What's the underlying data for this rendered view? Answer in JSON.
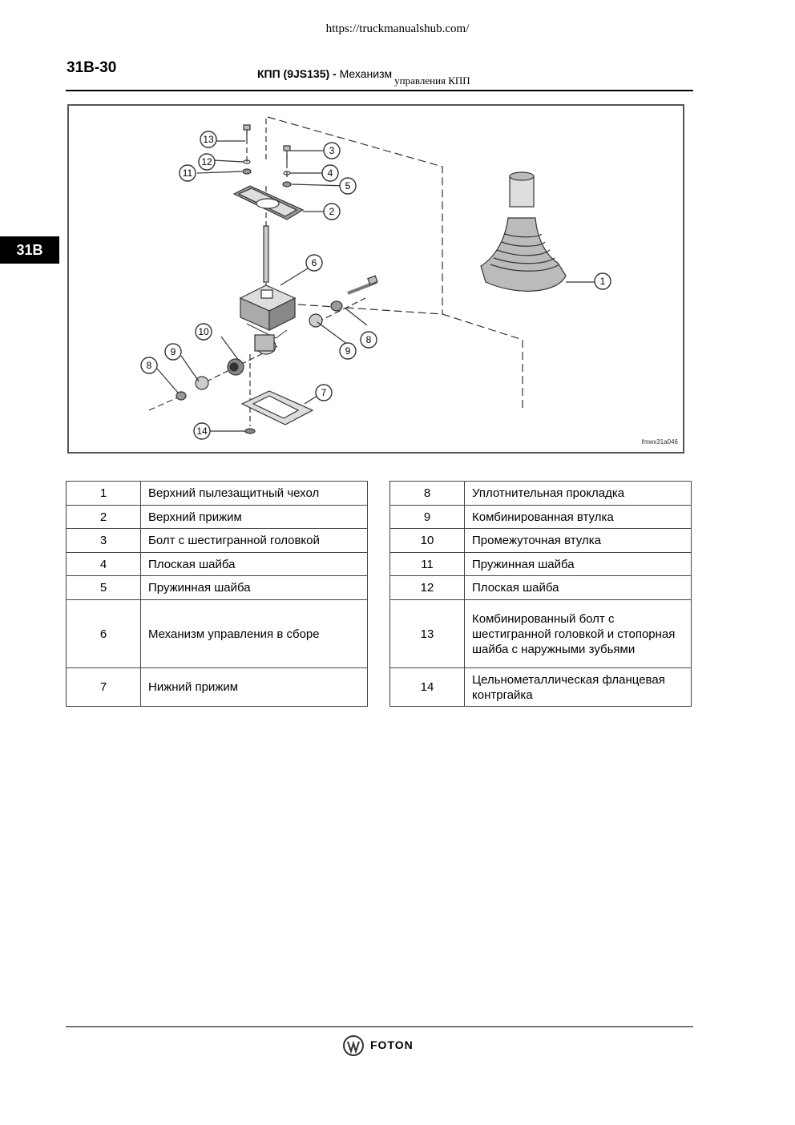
{
  "header": {
    "url": "https://truckmanualshub.com/",
    "page_number": "31B-30",
    "title_bold": "КПП (9JS135) -",
    "title_main": "Механизм",
    "title_sub": "управления КПП"
  },
  "side_tab": "31B",
  "figure": {
    "id": "fmwx31a046",
    "callouts": [
      "1",
      "2",
      "3",
      "4",
      "5",
      "6",
      "7",
      "8",
      "9",
      "10",
      "11",
      "12",
      "13",
      "14",
      "8",
      "9"
    ]
  },
  "parts_left": [
    {
      "num": "1",
      "name": "Верхний пылезащитный чехол"
    },
    {
      "num": "2",
      "name": "Верхний прижим"
    },
    {
      "num": "3",
      "name": "Болт с шестигранной головкой"
    },
    {
      "num": "4",
      "name": "Плоская шайба"
    },
    {
      "num": "5",
      "name": "Пружинная шайба"
    },
    {
      "num": "6",
      "name": "Механизм управления в сборе"
    },
    {
      "num": "7",
      "name": "Нижний прижим"
    }
  ],
  "parts_right": [
    {
      "num": "8",
      "name": "Уплотнительная прокладка"
    },
    {
      "num": "9",
      "name": "Комбинированная втулка"
    },
    {
      "num": "10",
      "name": "Промежуточная втулка"
    },
    {
      "num": "11",
      "name": "Пружинная шайба"
    },
    {
      "num": "12",
      "name": "Плоская шайба"
    },
    {
      "num": "13",
      "name": "Комбинированный болт с шестигранной головкой и стопорная шайба с наружными зубьями"
    },
    {
      "num": "14",
      "name": "Цельнометаллическая фланцевая контргайка"
    }
  ],
  "footer": {
    "brand": "FOTON"
  }
}
